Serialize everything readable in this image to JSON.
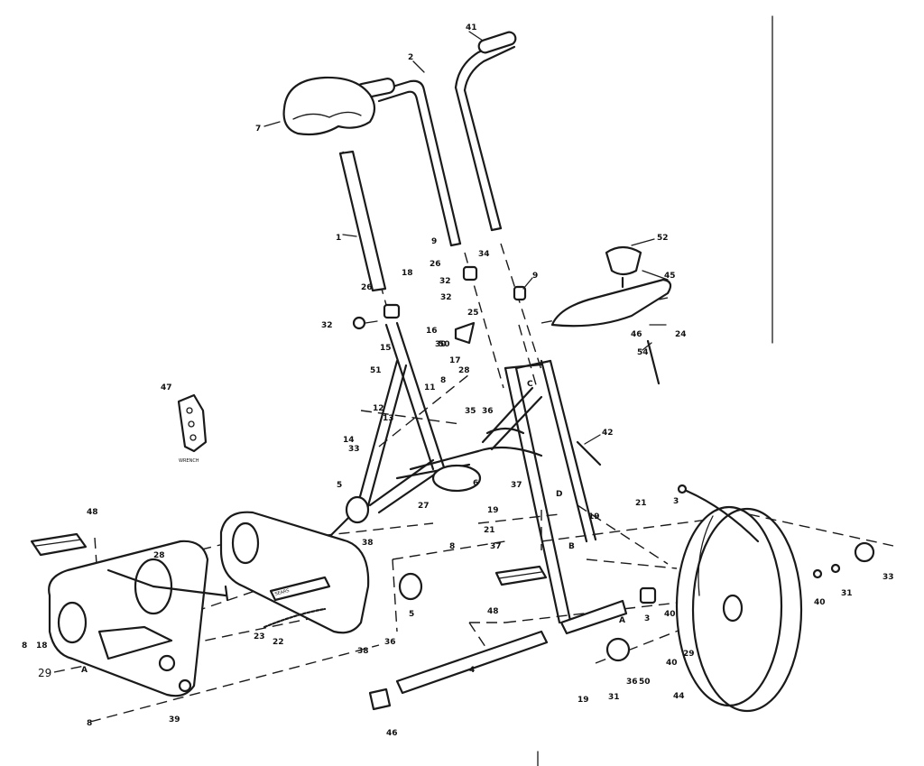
{
  "diagram": {
    "parts": [
      {
        "id": "part-1",
        "label": "1"
      },
      {
        "id": "part-2",
        "label": "2"
      },
      {
        "id": "part-3",
        "label": "3"
      },
      {
        "id": "part-3b",
        "label": "3"
      },
      {
        "id": "part-4",
        "label": "4"
      },
      {
        "id": "part-5a",
        "label": "5"
      },
      {
        "id": "part-5b",
        "label": "5"
      },
      {
        "id": "part-6",
        "label": "6"
      },
      {
        "id": "part-7",
        "label": "7"
      },
      {
        "id": "part-8a",
        "label": "8"
      },
      {
        "id": "part-8b",
        "label": "8"
      },
      {
        "id": "part-8c",
        "label": "8"
      },
      {
        "id": "part-8d",
        "label": "8"
      },
      {
        "id": "part-9a",
        "label": "9"
      },
      {
        "id": "part-9b",
        "label": "9"
      },
      {
        "id": "part-11",
        "label": "11"
      },
      {
        "id": "part-12",
        "label": "12"
      },
      {
        "id": "part-13",
        "label": "13"
      },
      {
        "id": "part-14",
        "label": "14"
      },
      {
        "id": "part-15",
        "label": "15"
      },
      {
        "id": "part-16",
        "label": "16"
      },
      {
        "id": "part-17",
        "label": "17"
      },
      {
        "id": "part-18a",
        "label": "18"
      },
      {
        "id": "part-18b",
        "label": "18"
      },
      {
        "id": "part-19a",
        "label": "19"
      },
      {
        "id": "part-19b",
        "label": "19"
      },
      {
        "id": "part-19c",
        "label": "19"
      },
      {
        "id": "part-21a",
        "label": "21"
      },
      {
        "id": "part-21b",
        "label": "21"
      },
      {
        "id": "part-22",
        "label": "22"
      },
      {
        "id": "part-23",
        "label": "23"
      },
      {
        "id": "part-24",
        "label": "24"
      },
      {
        "id": "part-25",
        "label": "25"
      },
      {
        "id": "part-26a",
        "label": "26"
      },
      {
        "id": "part-26b",
        "label": "26"
      },
      {
        "id": "part-27",
        "label": "27"
      },
      {
        "id": "part-28a",
        "label": "28"
      },
      {
        "id": "part-28b",
        "label": "28"
      },
      {
        "id": "part-29a",
        "label": "29"
      },
      {
        "id": "part-29b",
        "label": "29"
      },
      {
        "id": "part-30",
        "label": "30"
      },
      {
        "id": "part-31a",
        "label": "31"
      },
      {
        "id": "part-31b",
        "label": "31"
      },
      {
        "id": "part-32a",
        "label": "32"
      },
      {
        "id": "part-32b",
        "label": "32"
      },
      {
        "id": "part-32c",
        "label": "32"
      },
      {
        "id": "part-33a",
        "label": "33"
      },
      {
        "id": "part-33b",
        "label": "33"
      },
      {
        "id": "part-34",
        "label": "34"
      },
      {
        "id": "part-35",
        "label": "35"
      },
      {
        "id": "part-36a",
        "label": "36"
      },
      {
        "id": "part-36b",
        "label": "36"
      },
      {
        "id": "part-36c",
        "label": "36"
      },
      {
        "id": "part-37a",
        "label": "37"
      },
      {
        "id": "part-37b",
        "label": "37"
      },
      {
        "id": "part-38a",
        "label": "38"
      },
      {
        "id": "part-38b",
        "label": "38"
      },
      {
        "id": "part-39",
        "label": "39"
      },
      {
        "id": "part-40a",
        "label": "40"
      },
      {
        "id": "part-40b",
        "label": "40"
      },
      {
        "id": "part-40c",
        "label": "40"
      },
      {
        "id": "part-41",
        "label": "41"
      },
      {
        "id": "part-42",
        "label": "42"
      },
      {
        "id": "part-44",
        "label": "44"
      },
      {
        "id": "part-45",
        "label": "45"
      },
      {
        "id": "part-46a",
        "label": "46"
      },
      {
        "id": "part-46b",
        "label": "46"
      },
      {
        "id": "part-47",
        "label": "47"
      },
      {
        "id": "part-48a",
        "label": "48"
      },
      {
        "id": "part-48b",
        "label": "48"
      },
      {
        "id": "part-50a",
        "label": "50"
      },
      {
        "id": "part-50b",
        "label": "50"
      },
      {
        "id": "part-51",
        "label": "51"
      },
      {
        "id": "part-52",
        "label": "52"
      },
      {
        "id": "part-54",
        "label": "54"
      },
      {
        "id": "part-a1",
        "label": "A"
      },
      {
        "id": "part-a2",
        "label": "A"
      },
      {
        "id": "part-b1",
        "label": "B"
      },
      {
        "id": "part-c1",
        "label": "C"
      },
      {
        "id": "part-d1",
        "label": "D"
      }
    ],
    "wrench_text": "WRENCH",
    "guard_text": "SEARS"
  }
}
